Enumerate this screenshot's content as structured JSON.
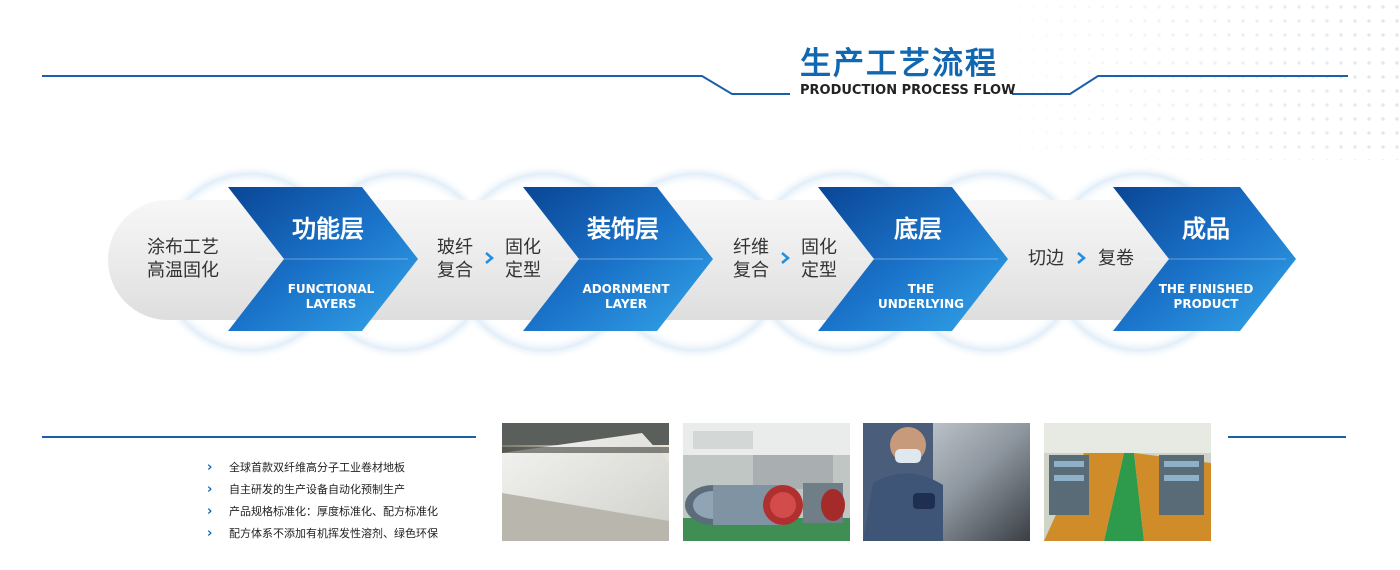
{
  "header": {
    "title_cn": "生产工艺流程",
    "title_en": "PRODUCTION PROCESS FLOW"
  },
  "flow": {
    "steps": [
      {
        "cn": "功能层",
        "en_line1": "FUNCTIONAL",
        "en_line2": "LAYERS"
      },
      {
        "cn": "装饰层",
        "en_line1": "ADORNMENT",
        "en_line2": "LAYER"
      },
      {
        "cn": "底层",
        "en_line1": "THE",
        "en_line2": "UNDERLYING"
      },
      {
        "cn": "成品",
        "en_line1": "THE FINISHED",
        "en_line2": "PRODUCT"
      }
    ],
    "start": {
      "line1": "涂布工艺",
      "line2": "高温固化"
    },
    "gap1": {
      "a1": "玻纤",
      "a2": "复合",
      "b1": "固化",
      "b2": "定型"
    },
    "gap2": {
      "a1": "纤维",
      "a2": "复合",
      "b1": "固化",
      "b2": "定型"
    },
    "gap3": {
      "a": "切边",
      "b": "复卷"
    }
  },
  "features": [
    "全球首款双纤维高分子工业卷材地板",
    "自主研发的生产设备自动化预制生产",
    "产品规格标准化：厚度标准化、配方标准化",
    "配方体系不添加有机挥发性溶剂、绿色环保"
  ],
  "colors": {
    "accent": "#1167b1",
    "arrow_dark": "#0b4fa0",
    "arrow_light": "#2ea0e6",
    "band": "#ececec"
  }
}
